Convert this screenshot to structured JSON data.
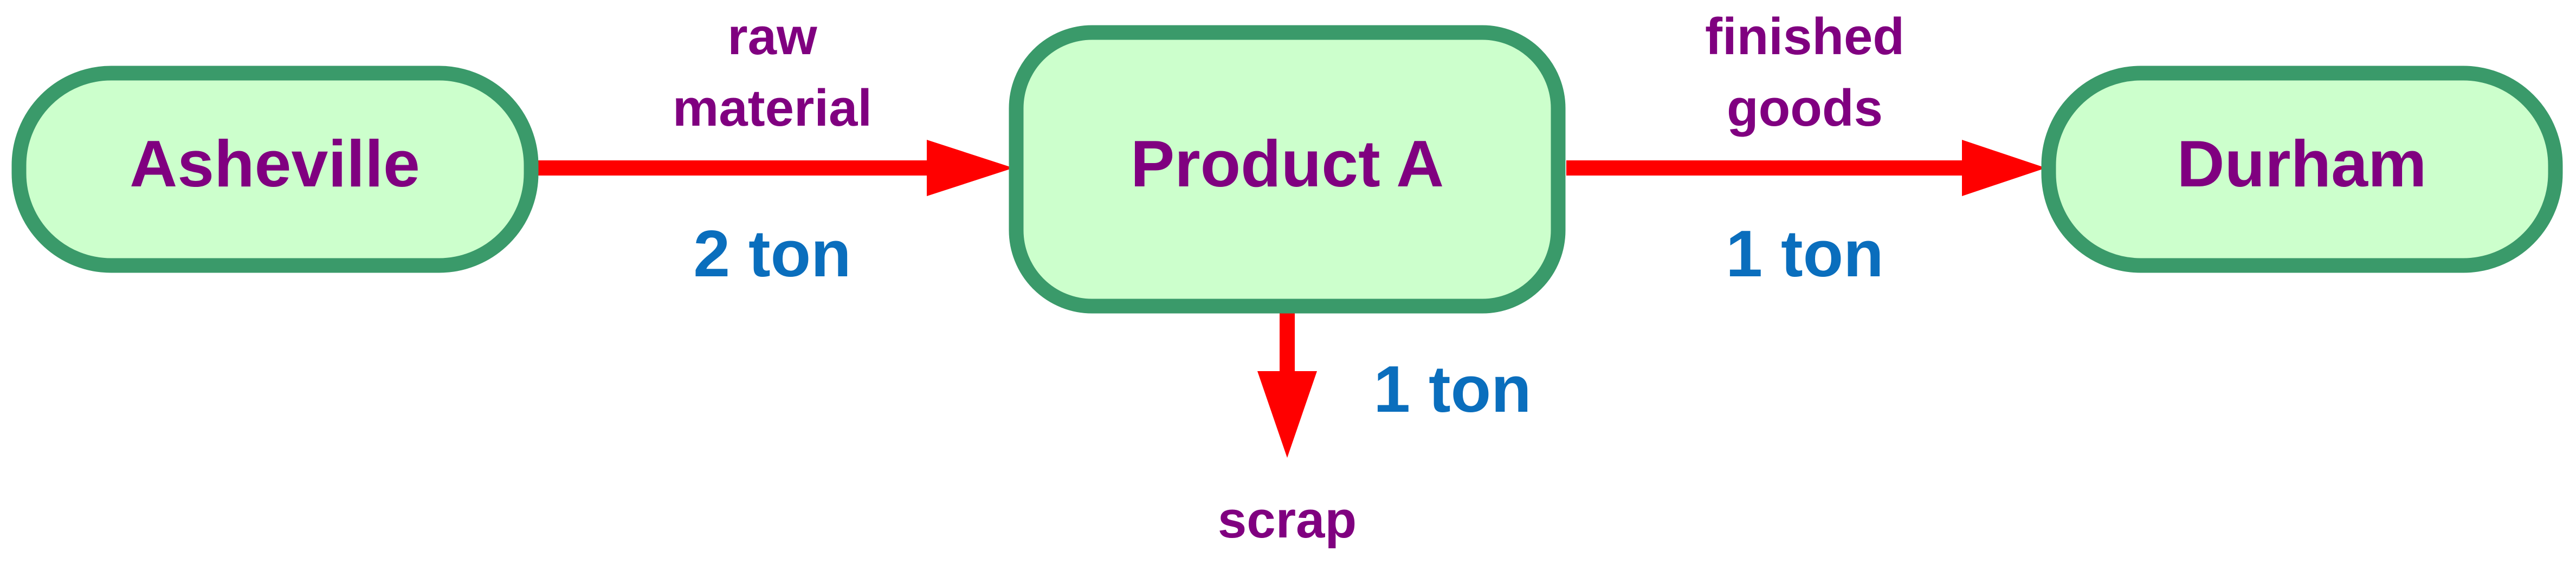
{
  "colors": {
    "node_fill": "#ccffcc",
    "node_stroke": "#3a9a6a",
    "node_text": "#800080",
    "arrow": "#ff0000",
    "flow_label": "#800080",
    "quantity": "#0a6ebd"
  },
  "nodes": {
    "source": {
      "label": "Asheville"
    },
    "process": {
      "label": "Product A"
    },
    "destination": {
      "label": "Durham"
    }
  },
  "flows": {
    "input": {
      "label_line1": "raw",
      "label_line2": "material",
      "quantity": "2 ton"
    },
    "output": {
      "label_line1": "finished",
      "label_line2": "goods",
      "quantity": "1 ton"
    },
    "waste": {
      "label": "scrap",
      "quantity": "1 ton"
    }
  }
}
